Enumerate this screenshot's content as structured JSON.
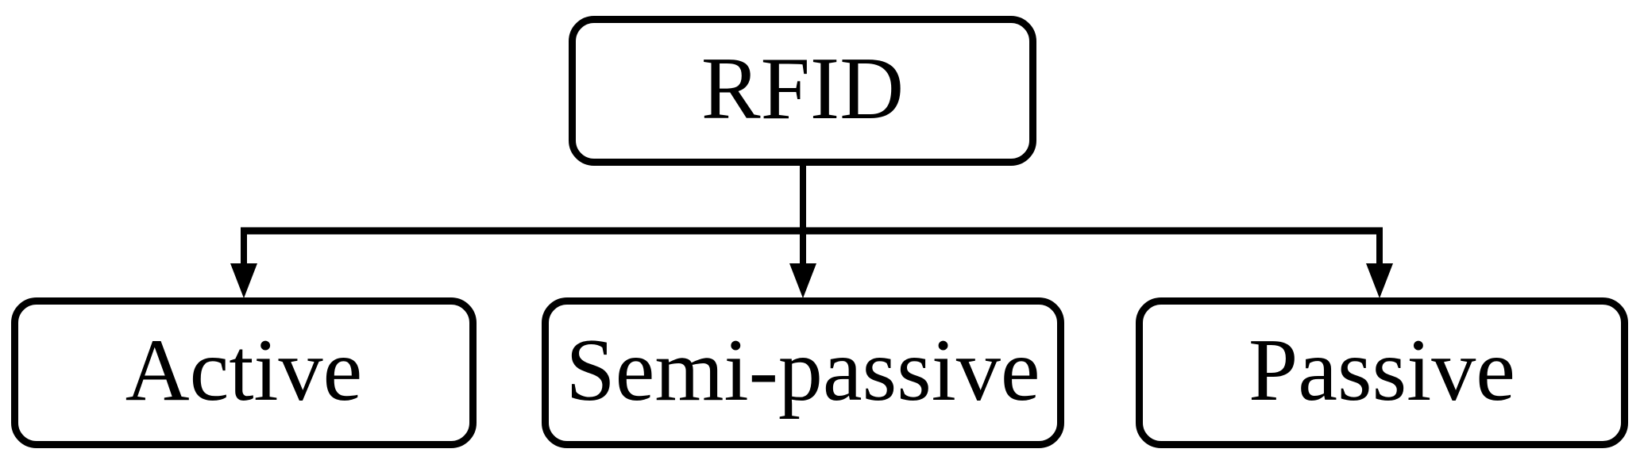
{
  "diagram": {
    "type": "tree",
    "description": "RFID tag classification tree: root RFID node with three children connected by arrows",
    "root": {
      "label": "RFID"
    },
    "children": [
      {
        "label": "Active"
      },
      {
        "label": "Semi-passive"
      },
      {
        "label": "Passive"
      }
    ],
    "colors": {
      "background": "#ffffff",
      "box_border": "#000000",
      "box_fill": "#ffffff",
      "text": "#000000",
      "line": "#000000"
    }
  }
}
